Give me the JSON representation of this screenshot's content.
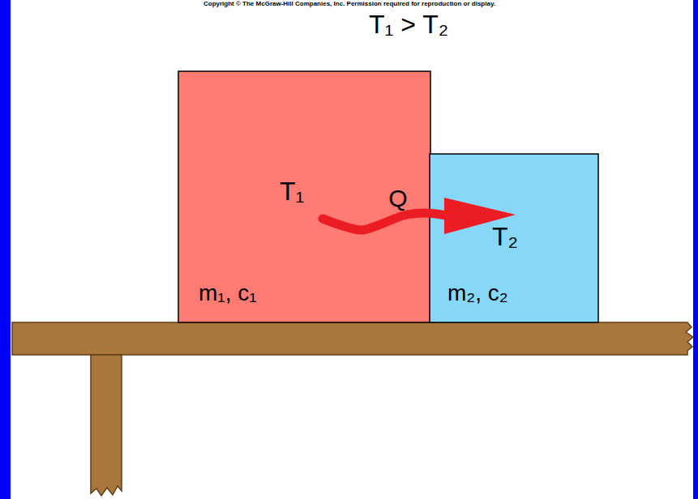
{
  "diagram": {
    "title": "T₁ > T₂",
    "nodes": [
      {
        "text": [
          "T₁",
          "m₁, c₁"
        ]
      },
      {
        "text": [
          "T₂",
          "m₂, c₂"
        ]
      }
    ],
    "edges": [
      {
        "from": 0,
        "to": 1,
        "label": "Q",
        "arrow": "to"
      }
    ],
    "labels": [
      "Copyright © The McGraw-Hill Companies, Inc. Permission required for reproduction or display."
    ]
  }
}
